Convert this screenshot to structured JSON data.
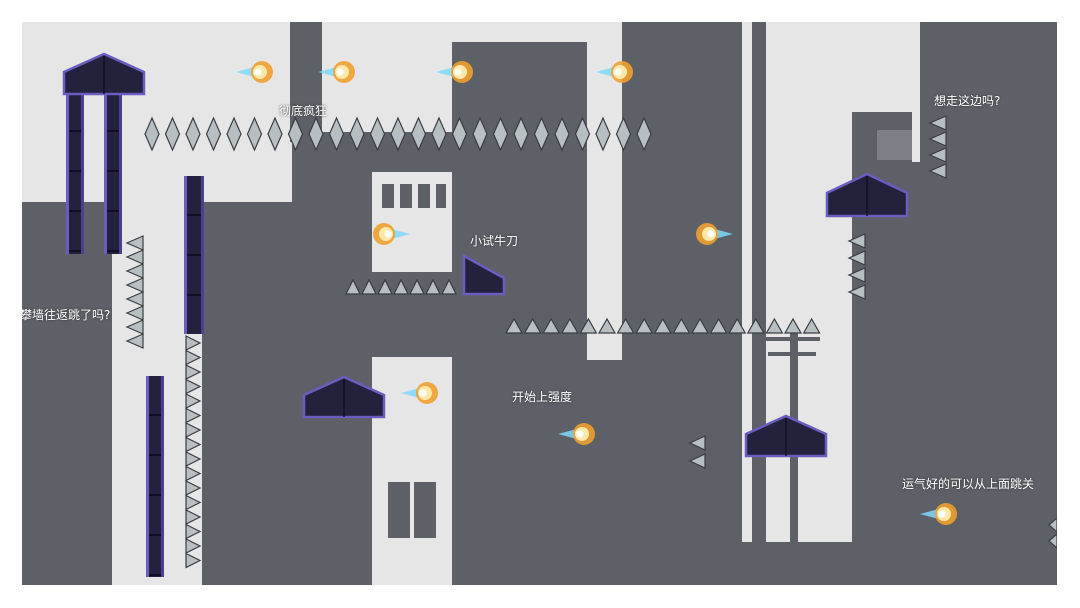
{
  "game": {
    "hints": [
      {
        "id": "hint-crazy",
        "text": "彻底疯狂"
      },
      {
        "id": "hint-this-way",
        "text": "想走这边吗?"
      },
      {
        "id": "hint-warmup",
        "text": "小试牛刀"
      },
      {
        "id": "hint-wall-jump",
        "text": "还攀墙往返跳了吗?"
      },
      {
        "id": "hint-intensity",
        "text": "开始上强度"
      },
      {
        "id": "hint-lucky",
        "text": "运气好的可以从上面跳关"
      }
    ],
    "colors": {
      "background_dark": "#5d6066",
      "background_light": "#e6e6e6",
      "platform": "#23223d",
      "platform_edge": "#6a5cc0",
      "spike": "#b8bfc2",
      "fireball_core": "#ffe9a8",
      "fireball_glow": "#f0a030",
      "fireball_trail": "#7fd8ff"
    },
    "icons": [
      "spike-icon",
      "fireball-icon",
      "roof-platform-icon",
      "wall-pillar-icon"
    ]
  }
}
